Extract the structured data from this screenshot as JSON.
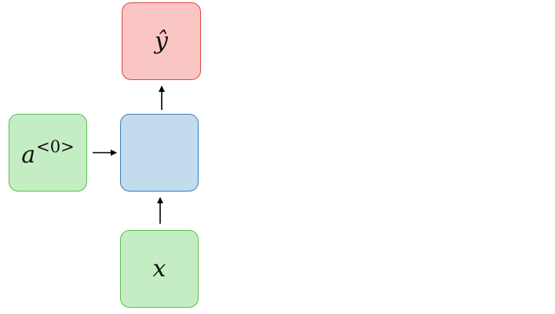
{
  "nodes": {
    "output": {
      "label": "ŷ",
      "fill": "#f9c6c3",
      "stroke": "#e0453f"
    },
    "hidden": {
      "label": "",
      "fill": "#c2dced",
      "stroke": "#3a7dc0"
    },
    "initial_activation": {
      "base": "a",
      "superscript": "<0>",
      "fill": "#c5edc3",
      "stroke": "#59bf4f"
    },
    "input": {
      "label": "x",
      "fill": "#c5edc3",
      "stroke": "#59bf4f"
    }
  },
  "edges": [
    {
      "from": "initial_activation",
      "to": "hidden"
    },
    {
      "from": "input",
      "to": "hidden"
    },
    {
      "from": "hidden",
      "to": "output"
    }
  ],
  "arrow_color": "#000000"
}
